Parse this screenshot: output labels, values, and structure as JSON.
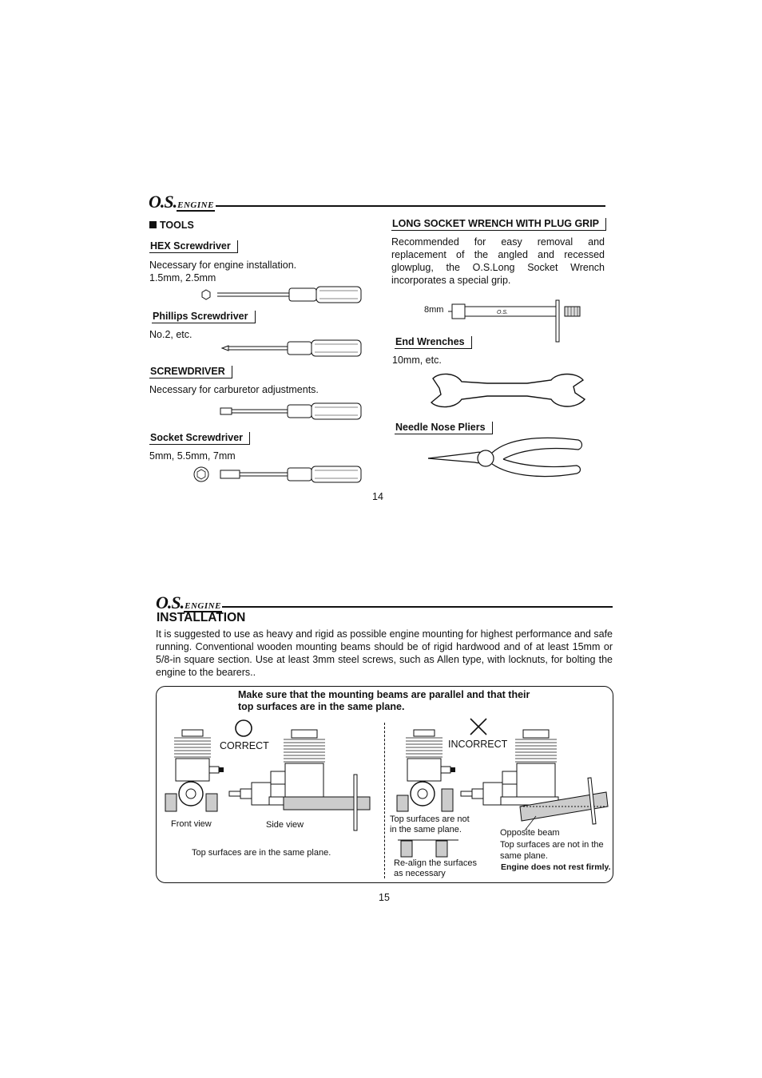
{
  "brand": {
    "logo_main": "O.S.",
    "logo_sub": "ENGINE"
  },
  "page14": {
    "section_title": "TOOLS",
    "hex": {
      "title": "HEX Screwdriver",
      "desc": "Necessary for engine installation.",
      "sizes": "1.5mm, 2.5mm"
    },
    "phillips": {
      "title": "Phillips Screwdriver",
      "desc": "No.2, etc."
    },
    "screwdriver": {
      "title": "SCREWDRIVER",
      "desc": "Necessary for carburetor adjustments."
    },
    "socket": {
      "title": "Socket Screwdriver",
      "desc": "5mm, 5.5mm, 7mm"
    },
    "long_socket": {
      "title": "LONG SOCKET WRENCH WITH PLUG GRIP",
      "desc": "Recommended for easy removal and replacement of the angled and recessed glowplug, the O.S.Long Socket Wrench incorporates a special grip.",
      "size": "8mm"
    },
    "end_wrenches": {
      "title": "End Wrenches",
      "desc": "10mm, etc."
    },
    "pliers": {
      "title": "Needle Nose Pliers"
    },
    "page_number": "14"
  },
  "page15": {
    "title": "INSTALLATION",
    "body": "It is suggested to use as heavy and rigid as possible engine mounting for highest performance and safe running.  Conventional wooden mounting beams should be of rigid hardwood and of at least 15mm or 5/8-in square section.  Use at least 3mm steel screws, such as Allen type, with locknuts, for bolting the engine to the bearers..",
    "diagram": {
      "note_line1": "Make sure that the mounting beams are parallel and that their",
      "note_line2": "top surfaces are in the same plane.",
      "correct_label": "CORRECT",
      "incorrect_label": "INCORRECT",
      "front_view": "Front view",
      "side_view": "Side view",
      "same_plane": "Top surfaces are in the same plane.",
      "not_same_line1": "Top surfaces are not",
      "not_same_line2": "in the same plane.",
      "realign_line1": "Re-align the surfaces",
      "realign_line2": "as necessary",
      "opposite_beam": "Opposite beam",
      "not_same2_line1": "Top surfaces are not in the",
      "not_same2_line2": "same plane.",
      "not_firm": "Engine does not rest firmly."
    },
    "page_number": "15"
  }
}
